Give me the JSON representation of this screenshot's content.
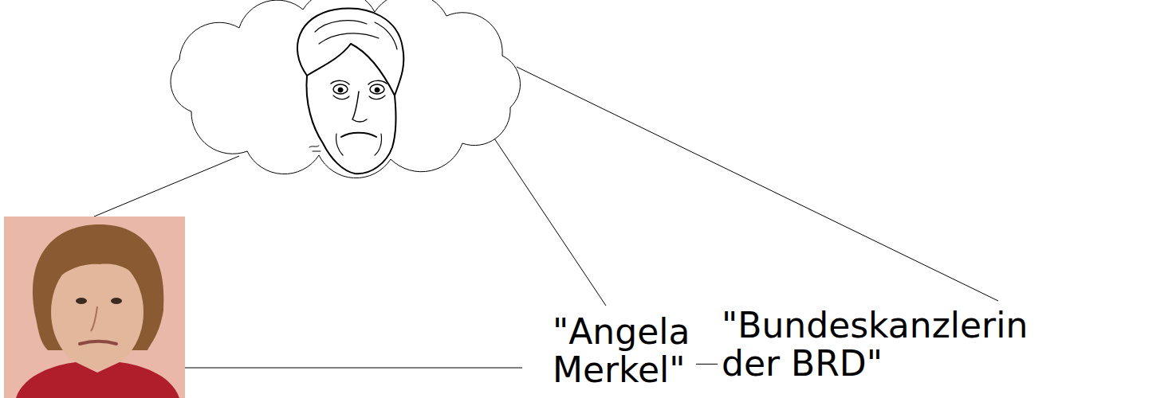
{
  "diagram": {
    "nodes": [
      {
        "text": [
          "\"Angela Merkel\""
        ]
      },
      {
        "text": [
          "\"Bundeskanzlerin der BRD\""
        ]
      }
    ],
    "edges": [
      {
        "from": 0,
        "to": 1,
        "arrow": "none"
      }
    ]
  }
}
